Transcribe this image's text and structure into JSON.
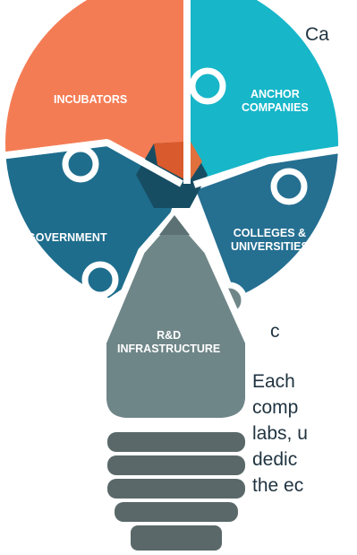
{
  "diagram": {
    "pieces": {
      "incubators": "INCUBATORS",
      "anchor": [
        "ANCHOR",
        "COMPANIES"
      ],
      "government": "GOVERNMENT",
      "colleges": [
        "COLLEGES &",
        "UNIVERSITIES"
      ],
      "rnd": [
        "R&D",
        "INFRASTRUCTURE"
      ]
    },
    "colors": {
      "incubators": "#f47c55",
      "anchor": "#17b6c9",
      "government": "#1e6d8d",
      "colleges": "#256f91",
      "rnd": "#6f8688",
      "base": "#5a6869",
      "center_orange": "#d95a2c",
      "center_dark": "#174d63",
      "text": "#1f3340"
    },
    "icon": "lightbulb-puzzle-icon"
  },
  "text": {
    "top": "Ca",
    "side": "c",
    "para": [
      "Each",
      "comp",
      "labs, u",
      "dedic",
      "the ec"
    ]
  }
}
